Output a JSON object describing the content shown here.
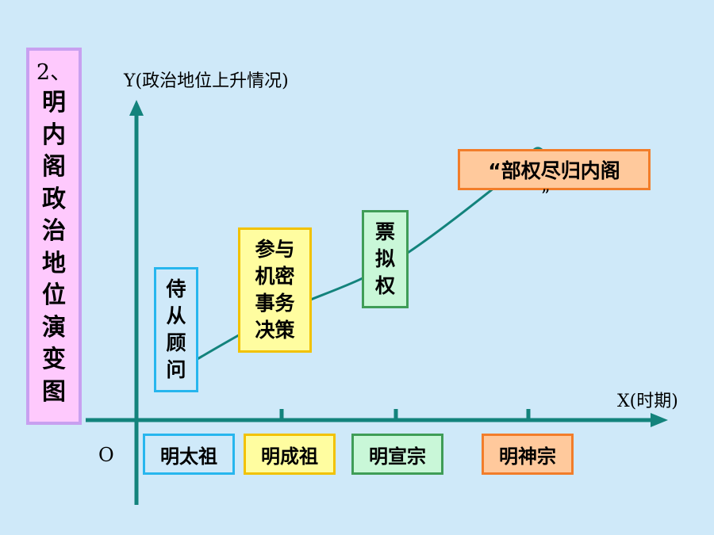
{
  "title": {
    "number": "2、",
    "text": "明内阁政治地位演变图"
  },
  "axes": {
    "y_label": "Y(政治地位上升情况)",
    "x_label": "X(时期)",
    "origin": "O"
  },
  "chart_data": {
    "type": "line",
    "x": [
      "明太祖",
      "明成祖",
      "明宣宗",
      "明神宗"
    ],
    "series": [
      {
        "values": [
          1,
          2,
          3,
          5
        ]
      }
    ],
    "annotations": [
      "侍从顾问",
      "参与机密事务决策",
      "票拟权",
      "“部权尽归内阁”"
    ],
    "ylim": [
      0,
      6
    ]
  },
  "stages": {
    "s1": "侍从顾问",
    "s2": "参与机密事务决策",
    "s3": "票拟权",
    "s4": "“部权尽归内阁",
    "s4_close": "”"
  },
  "colors": {
    "background": "#cfe9f9",
    "axis": "#13837c",
    "point": "#e0001a",
    "s1_border": "#27b6ee",
    "s2_border": "#f2c200",
    "s3_border": "#3f9d57",
    "s4_border": "#f27d2a",
    "title_bg": "#fec9fd"
  }
}
